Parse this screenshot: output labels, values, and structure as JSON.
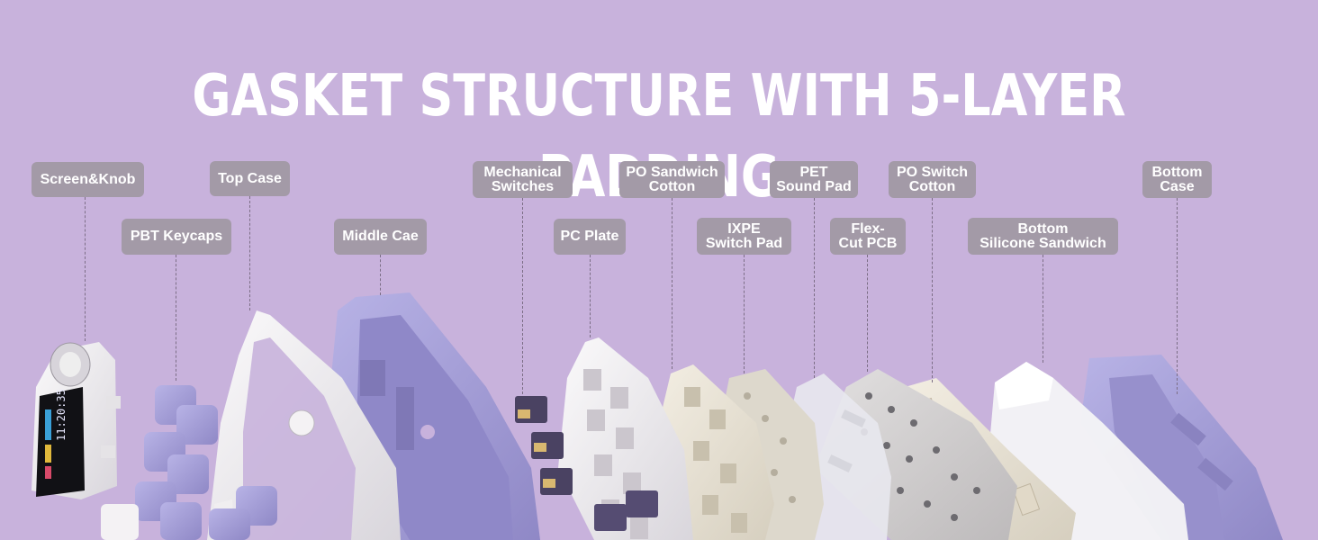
{
  "title": "GASKET STRUCTURE WITH 5-LAYER PADDING",
  "labels": {
    "screen_knob": "Screen&Knob",
    "top_case": "Top Case",
    "pbt_keycaps": "PBT Keycaps",
    "middle_case": "Middle Cae",
    "mechanical_switches": [
      "Mechanical",
      "Switches"
    ],
    "pc_plate": "PC Plate",
    "po_sandwich_cotton": [
      "PO Sandwich",
      "Cotton"
    ],
    "ixpe_switch_pad": [
      "IXPE",
      "Switch Pad"
    ],
    "pet_sound_pad": [
      "PET",
      "Sound Pad"
    ],
    "flex_cut_pcb": [
      "Flex-",
      "Cut PCB"
    ],
    "po_switch_cotton": [
      "PO Switch",
      "Cotton"
    ],
    "bottom_silicone_sandwich": [
      "Bottom",
      "Silicone Sandwich"
    ],
    "bottom_case": [
      "Bottom",
      "Case"
    ]
  },
  "screen_time": "11:20:35",
  "colors": {
    "background": "#c8b2dc",
    "label_bg": "#a39aa7",
    "label_text": "#ffffff",
    "lavender_part": "#a6a0d8",
    "white_part": "#f2f0f2",
    "cream_part": "#e9e3d6"
  }
}
